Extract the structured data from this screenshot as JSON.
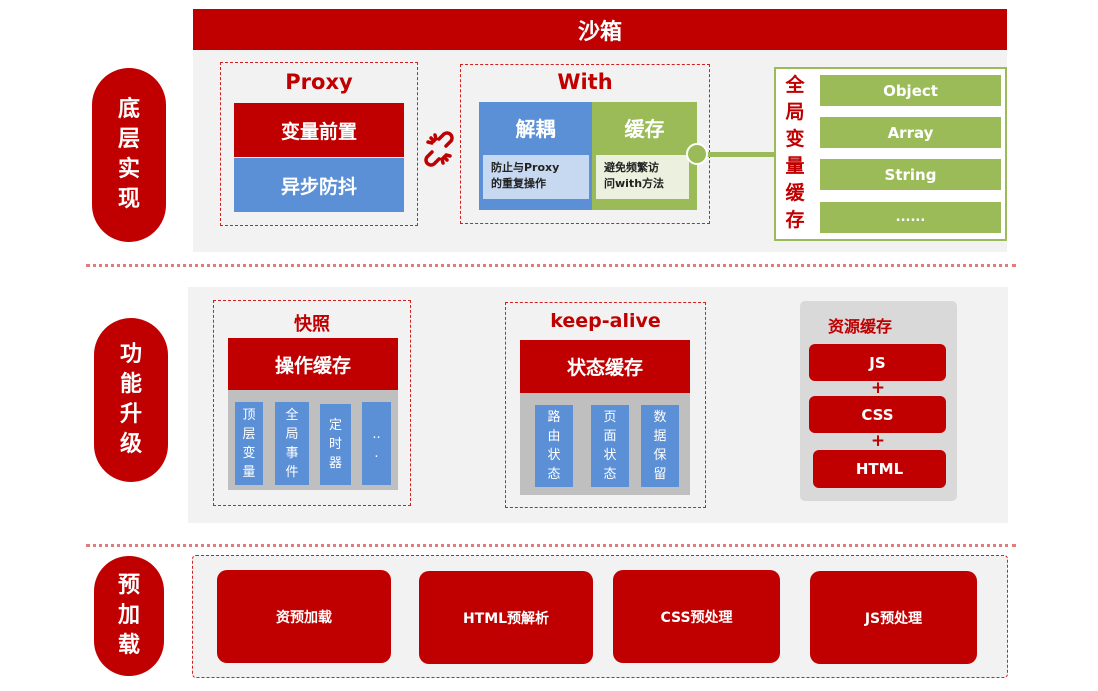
{
  "header": {
    "title": "沙箱"
  },
  "sections": {
    "bottom_layer": {
      "label": [
        "底",
        "层",
        "实",
        "现"
      ],
      "proxy": {
        "title": "Proxy",
        "items": [
          "变量前置",
          "异步防抖"
        ]
      },
      "link_icon": "broken-link-icon",
      "with": {
        "title": "With",
        "decouple": {
          "title": "解耦",
          "desc_lines": [
            "防止与Proxy",
            "的重复操作"
          ]
        },
        "cache": {
          "title": "缓存",
          "desc_lines": [
            "避免频繁访",
            "问with方法"
          ]
        }
      },
      "global_cache": {
        "label": [
          "全",
          "局",
          "变",
          "量",
          "缓",
          "存"
        ],
        "items": [
          "Object",
          "Array",
          "String",
          "......"
        ]
      }
    },
    "feature_upgrade": {
      "label": [
        "功",
        "能",
        "升",
        "级"
      ],
      "snapshot": {
        "title": "快照",
        "header": "操作缓存",
        "columns": [
          [
            "顶",
            "层",
            "变",
            "量"
          ],
          [
            "全",
            "局",
            "事",
            "件"
          ],
          [
            "定",
            "时",
            "器"
          ],
          [
            "..",
            "."
          ]
        ]
      },
      "keep_alive": {
        "title": "keep-alive",
        "header": "状态缓存",
        "columns": [
          [
            "路",
            "由",
            "状",
            "态"
          ],
          [
            "页",
            "面",
            "状",
            "态"
          ],
          [
            "数",
            "据",
            "保",
            "留"
          ]
        ]
      },
      "resource_cache": {
        "title": "资源缓存",
        "items": [
          "JS",
          "CSS",
          "HTML"
        ],
        "joiner": "+"
      }
    },
    "preload": {
      "label": [
        "预",
        "加",
        "载"
      ],
      "items": [
        "资预加载",
        "HTML预解析",
        "CSS预处理",
        "JS预处理"
      ]
    }
  },
  "colors": {
    "red": "#c00000",
    "blue": "#5b8fd6",
    "green": "#9bbb59",
    "panel": "#f2f2f2"
  }
}
